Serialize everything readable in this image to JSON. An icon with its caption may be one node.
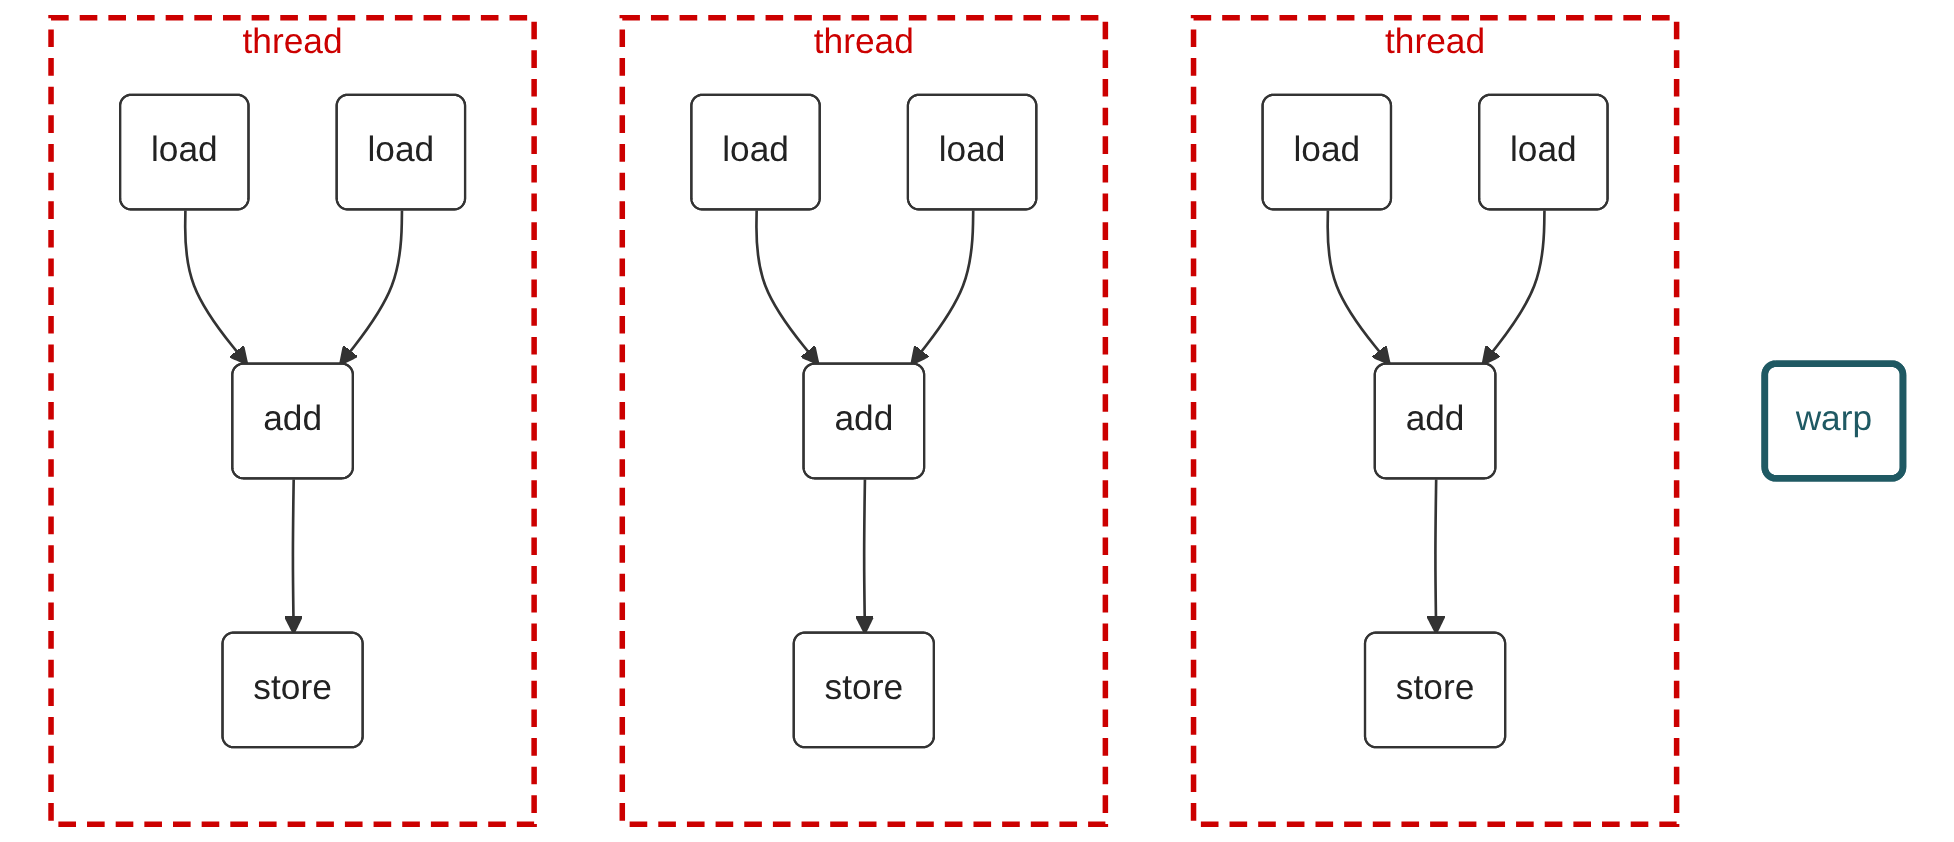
{
  "diagram": {
    "nodes": [
      {
        "text": [
          "thread"
        ]
      },
      {
        "text": [
          "load"
        ],
        "in": 0
      },
      {
        "text": [
          "load"
        ],
        "in": 0
      },
      {
        "text": [
          "add"
        ],
        "in": 0
      },
      {
        "text": [
          "store"
        ],
        "in": 0
      },
      {
        "text": [
          "thread"
        ]
      },
      {
        "text": [
          "load"
        ],
        "in": 5
      },
      {
        "text": [
          "load"
        ],
        "in": 5
      },
      {
        "text": [
          "add"
        ],
        "in": 5
      },
      {
        "text": [
          "store"
        ],
        "in": 5
      },
      {
        "text": [
          "thread"
        ]
      },
      {
        "text": [
          "load"
        ],
        "in": 10
      },
      {
        "text": [
          "load"
        ],
        "in": 10
      },
      {
        "text": [
          "add"
        ],
        "in": 10
      },
      {
        "text": [
          "store"
        ],
        "in": 10
      },
      {
        "text": [
          "warp"
        ]
      }
    ],
    "edges": [
      {
        "from": 1,
        "to": 3,
        "arrow": "to"
      },
      {
        "from": 2,
        "to": 3,
        "arrow": "to"
      },
      {
        "from": 3,
        "to": 4,
        "arrow": "to"
      },
      {
        "from": 6,
        "to": 8,
        "arrow": "to"
      },
      {
        "from": 7,
        "to": 8,
        "arrow": "to"
      },
      {
        "from": 8,
        "to": 9,
        "arrow": "to"
      },
      {
        "from": 11,
        "to": 13,
        "arrow": "to"
      },
      {
        "from": 12,
        "to": 13,
        "arrow": "to"
      },
      {
        "from": 13,
        "to": 14,
        "arrow": "to"
      }
    ]
  }
}
